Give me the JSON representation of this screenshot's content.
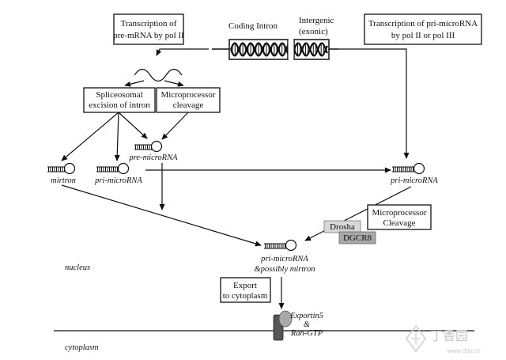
{
  "boxes": {
    "transcription_pol2": [
      "Transcription of",
      "pre-mRNA by pol II"
    ],
    "transcription_pri": [
      "Transcription of pri-microRNA",
      "by pol II or pol III"
    ],
    "splice": [
      "Spliceosomal",
      "excision of intron"
    ],
    "micro_cleave": [
      "Microprocessor",
      "cleavage"
    ],
    "micro_cleave2": [
      "Microprocessor",
      "Cleavage"
    ],
    "export": [
      "Export",
      "to cytoplasm"
    ]
  },
  "gene": {
    "coding_intron": "Coding Intron",
    "intergenic": [
      "Intergenic",
      "(exonic)"
    ]
  },
  "rna_labels": {
    "pre_microrna": "pre-microRNA",
    "mirtron": "mirtron",
    "pri_left": "pri-microRNA",
    "pri_right": "pri-microRNA",
    "center": [
      "pri-microRNA",
      "&possibly mirtron"
    ]
  },
  "proteins": {
    "drosha": "Drosha",
    "dgcr8": "DGCR8",
    "exportin": [
      "Exportin5",
      "&",
      "Ran-GTP"
    ]
  },
  "compartments": {
    "nucleus": "nucleus",
    "cytoplasm": "cytoplasm"
  },
  "watermark": {
    "brand": "丁香园",
    "url": "www.dxy.cn"
  }
}
